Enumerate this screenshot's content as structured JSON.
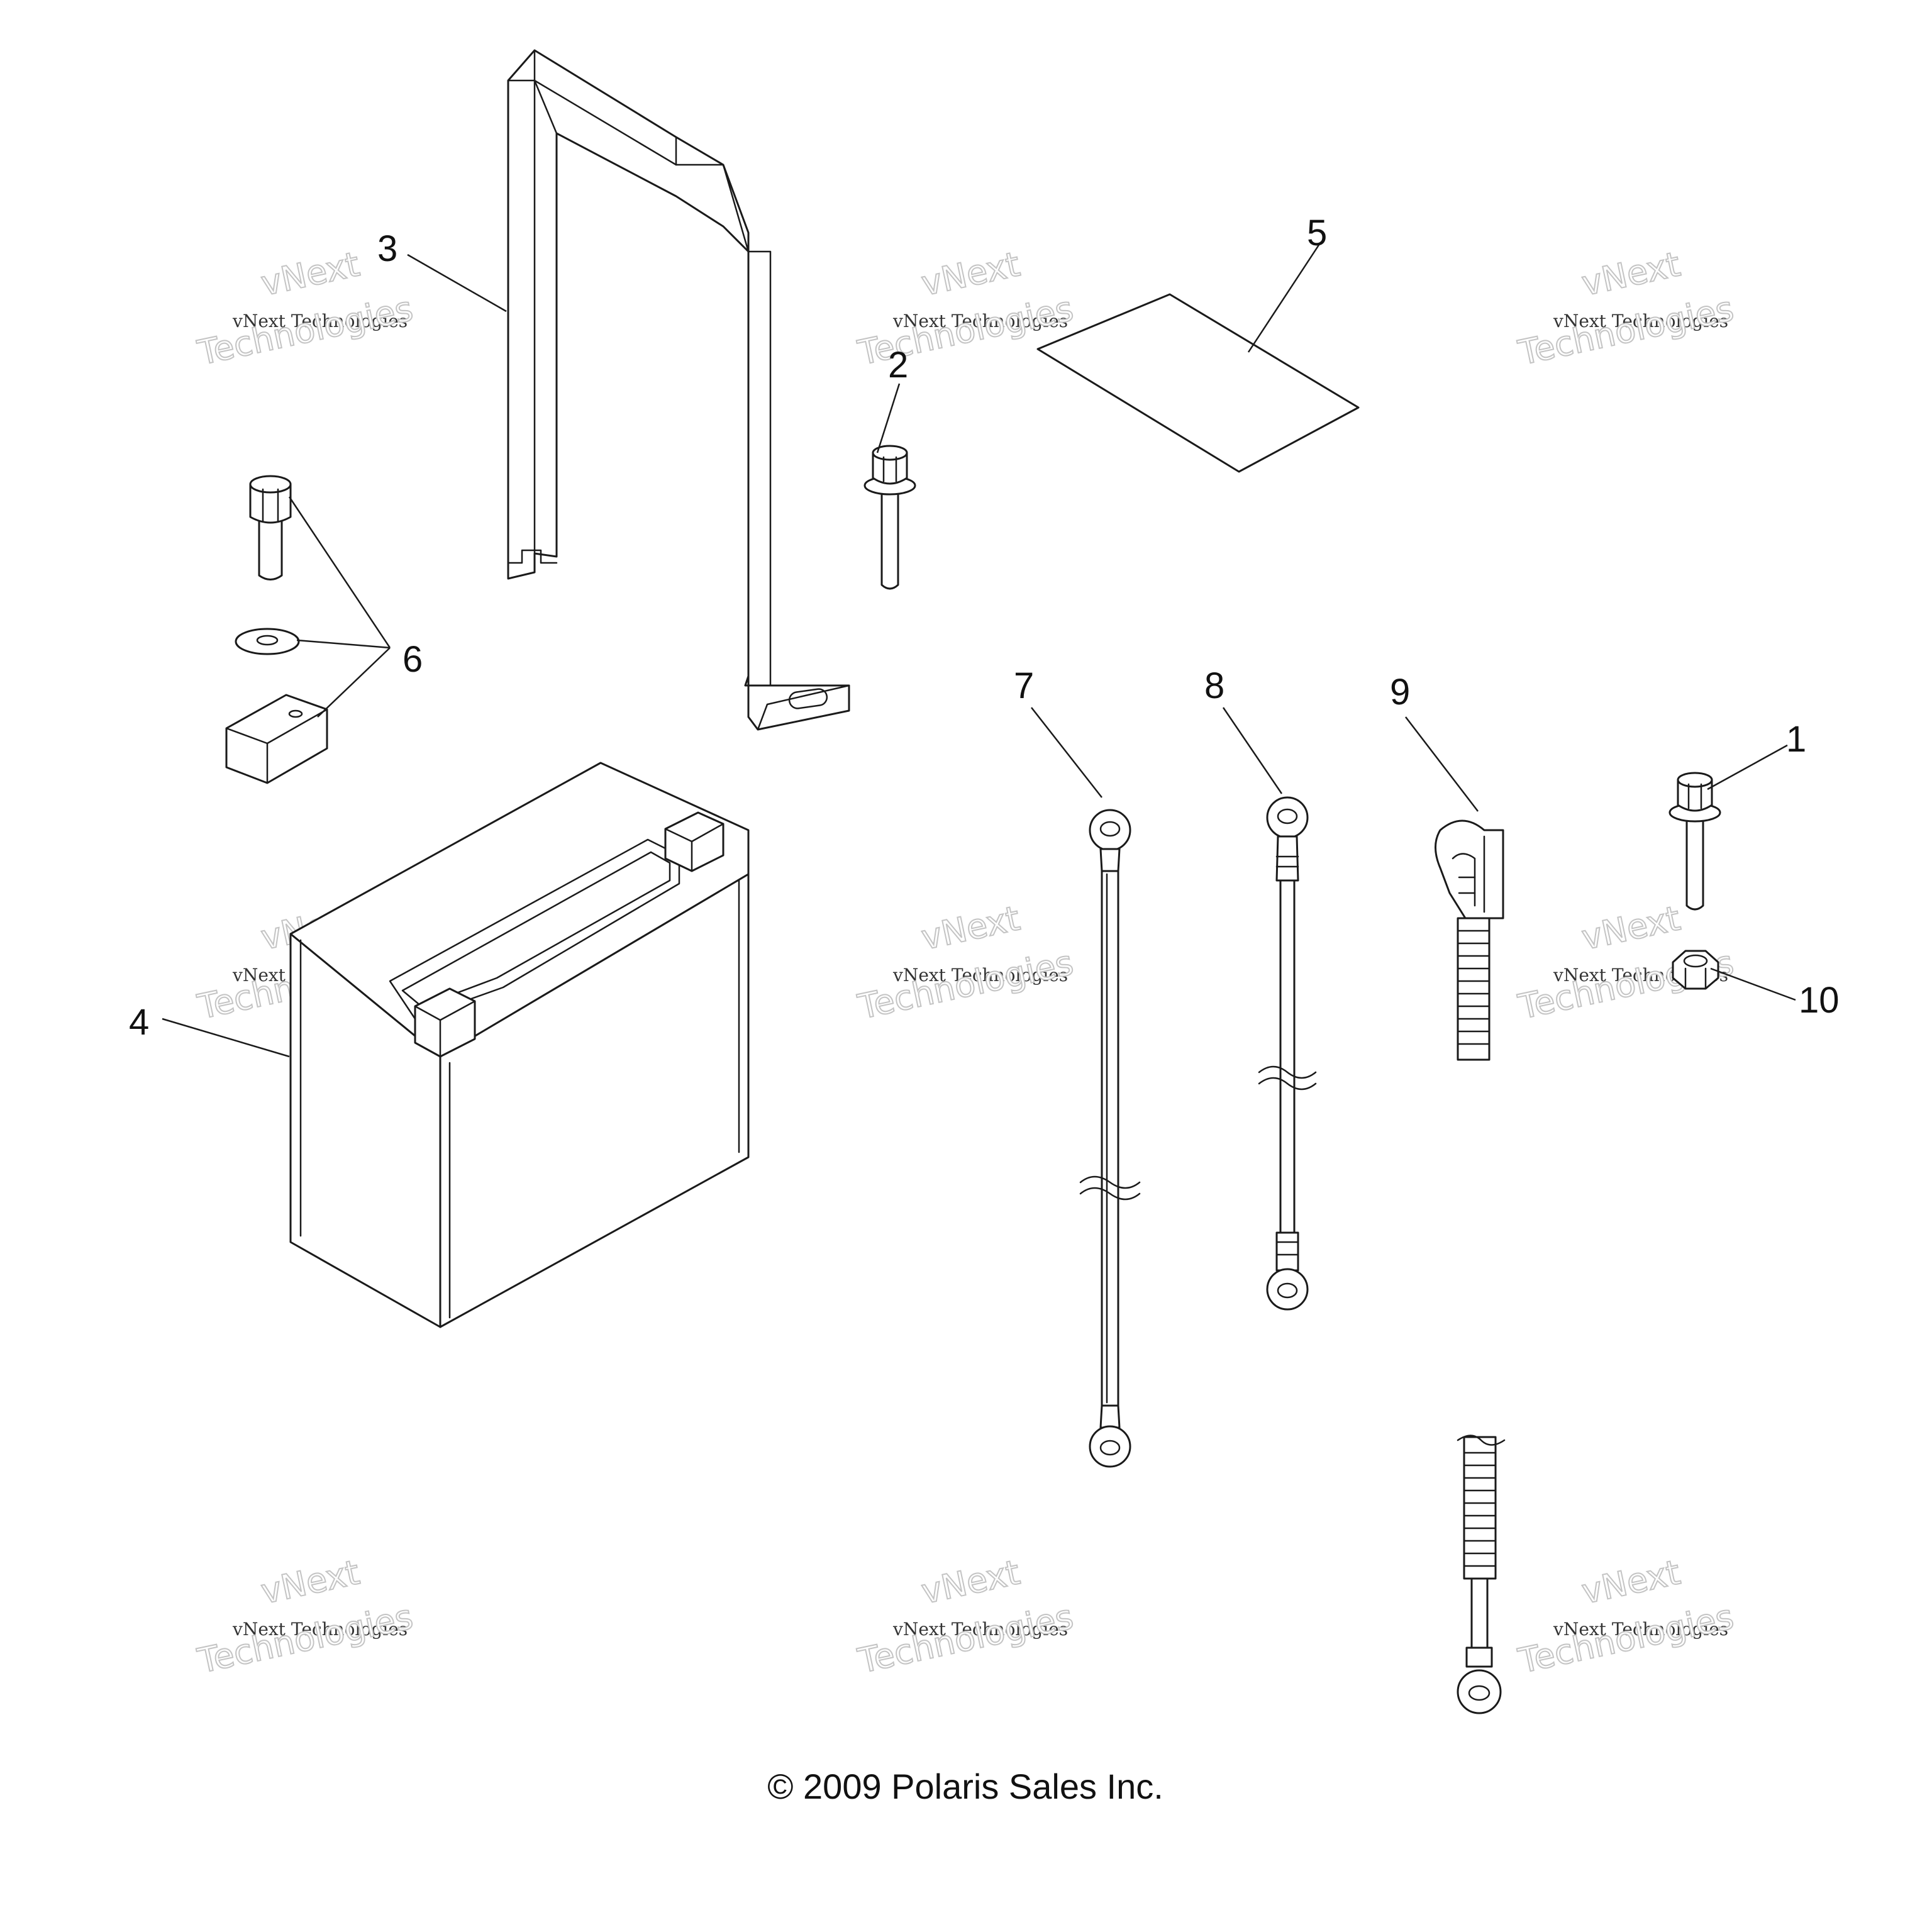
{
  "diagram": {
    "callouts": [
      "1",
      "2",
      "3",
      "4",
      "5",
      "6",
      "7",
      "8",
      "9",
      "10"
    ],
    "copyright": "© 2009 Polaris Sales Inc.",
    "watermark": {
      "line1": "vNext",
      "line2": "vNext Technologies",
      "line3": "Technologies"
    }
  }
}
